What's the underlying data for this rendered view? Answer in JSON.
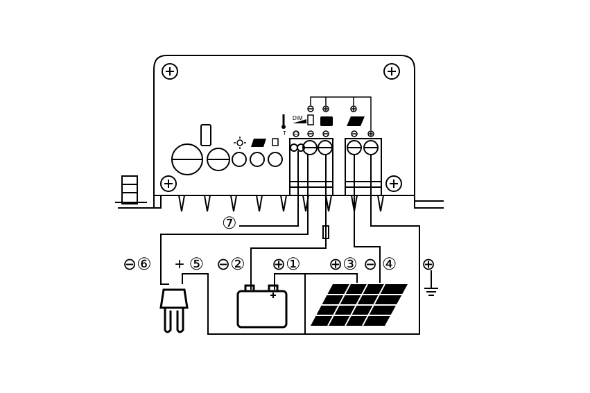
{
  "device": {
    "dim_label": "DIM",
    "terminal_t": "T",
    "terminal_d": "D"
  },
  "callouts": {
    "c7": "⑦",
    "minus6": "⊖⑥",
    "plus5": "+ ⑤",
    "minus2": "⊖②",
    "plus1": "⊕①",
    "plus3": "⊕③",
    "minus4": "⊖ ④",
    "ground_plus": "⊕"
  },
  "colors": {
    "line": "#000000",
    "fill": "#ffffff"
  }
}
